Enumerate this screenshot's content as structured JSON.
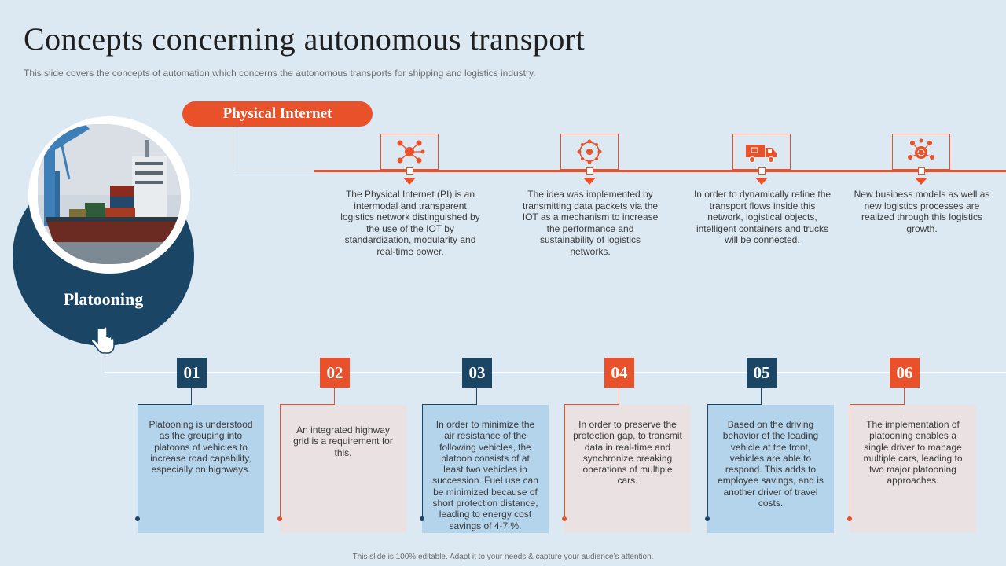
{
  "header": {
    "title": "Concepts concerning autonomous transport",
    "subtitle": "This slide covers the concepts of automation which concerns the autonomous transports for shipping and logistics industry."
  },
  "platooning": {
    "label": "Platooning",
    "steps": [
      {
        "number": "01",
        "text": "Platooning is understood as the grouping into platoons of vehicles to increase road capability, especially on highways.",
        "theme": "blue"
      },
      {
        "number": "02",
        "text": "An integrated highway grid is a requirement for this.",
        "theme": "orange"
      },
      {
        "number": "03",
        "text": "In order to minimize the air resistance of the following vehicles, the platoon consists of at least two vehicles in succession. Fuel use can be minimized because of short protection distance, leading to energy cost savings of 4-7 %.",
        "theme": "blue"
      },
      {
        "number": "04",
        "text": "In order to preserve the protection gap, to transmit data in real-time and synchronize breaking operations of multiple cars.",
        "theme": "orange"
      },
      {
        "number": "05",
        "text": "Based on the driving behavior of the leading vehicle at the front, vehicles are able to respond. This adds to employee savings, and is another driver of travel costs.",
        "theme": "blue"
      },
      {
        "number": "06",
        "text": "The implementation of platooning enables a single driver to manage multiple cars, leading to two major platooning approaches.",
        "theme": "orange"
      }
    ]
  },
  "physical_internet": {
    "label": "Physical Internet",
    "items": [
      {
        "icon": "network-people-icon",
        "text": "The Physical Internet (PI) is an intermodal and transparent logistics network distinguished by the use of the IOT by standardization, modularity and real-time power."
      },
      {
        "icon": "globe-network-icon",
        "text": "The idea was implemented by transmitting data packets via the IOT as a mechanism to increase the performance and sustainability of logistics networks."
      },
      {
        "icon": "delivery-truck-icon",
        "text": "In order to dynamically refine the transport flows inside this network, logistical objects, intelligent containers and trucks will be connected."
      },
      {
        "icon": "business-network-icon",
        "text": "New business models as well as new logistics processes are realized through this logistics growth."
      }
    ]
  },
  "colors": {
    "accent": "#e8512a",
    "navy": "#1b4565",
    "background": "#dce9f3",
    "card_blue": "#b4d4ec",
    "card_pink": "#eae1e3"
  },
  "footer": "This slide is 100% editable. Adapt it to your needs & capture your audience’s attention."
}
